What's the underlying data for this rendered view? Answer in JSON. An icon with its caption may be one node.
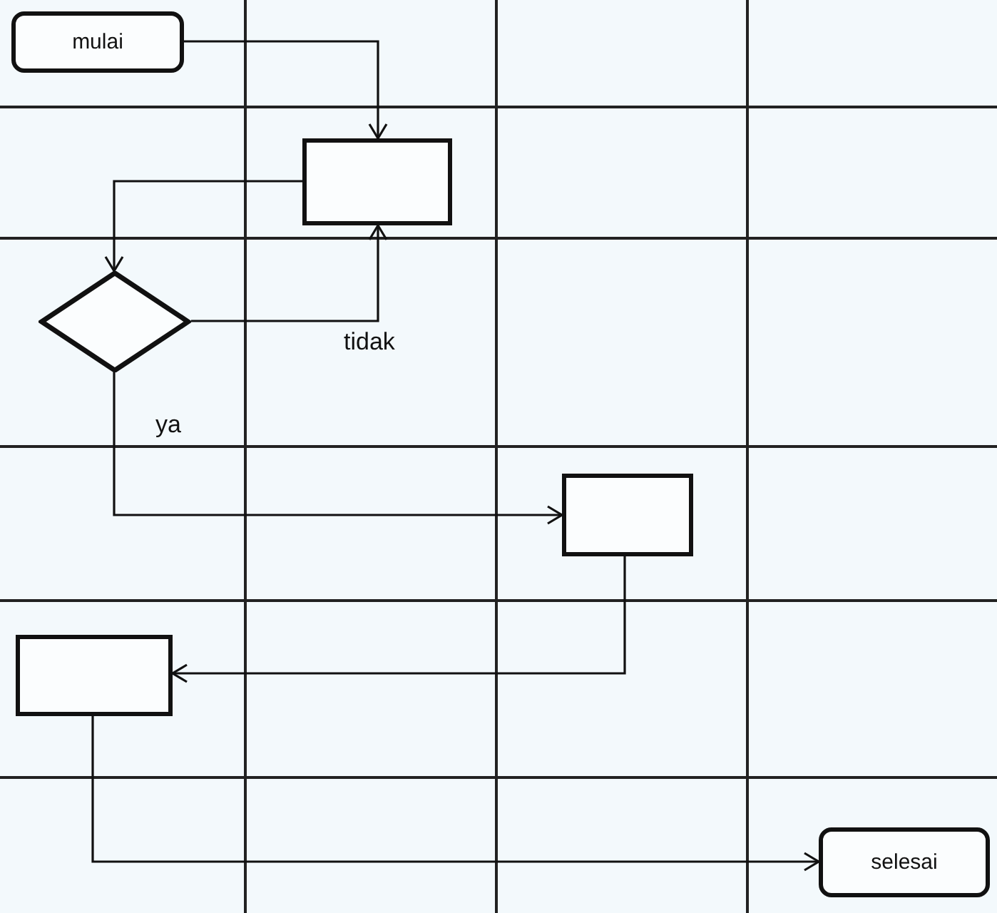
{
  "diagram": {
    "nodes": [
      {
        "text": [
          "mulai"
        ]
      },
      {
        "text": [],
        "shape": "box"
      },
      {
        "text": [],
        "shape": "diamond"
      },
      {
        "text": [],
        "shape": "box"
      },
      {
        "text": [],
        "shape": "box"
      },
      {
        "text": [
          "selesai"
        ]
      }
    ],
    "edges": [
      {
        "from": 0,
        "to": 1,
        "arrow": "to"
      },
      {
        "from": 1,
        "to": 2,
        "arrow": "to"
      },
      {
        "from": 2,
        "to": 1,
        "arrow": "to",
        "label": "tidak"
      },
      {
        "from": 2,
        "to": 3,
        "arrow": "to",
        "label": "ya"
      },
      {
        "from": 3,
        "to": 4,
        "arrow": "to"
      },
      {
        "from": 4,
        "to": 5,
        "arrow": "to"
      }
    ]
  }
}
